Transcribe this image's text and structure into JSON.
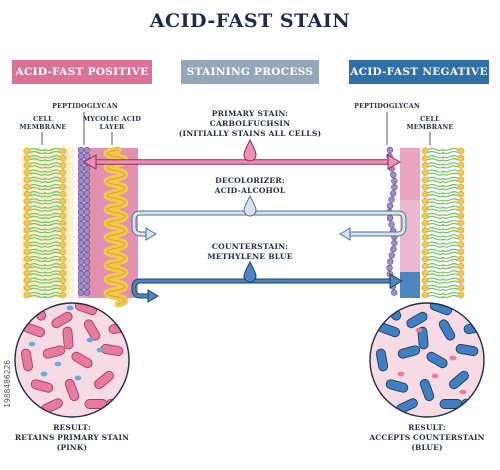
{
  "title": "ACID-FAST STAIN",
  "headers": {
    "positive": "ACID-FAST POSITIVE",
    "process": "STAINING PROCESS",
    "negative": "ACID-FAST NEGATIVE"
  },
  "left_labels": {
    "peptidoglycan": "PEPTIDOGLYCAN",
    "cell_membrane": "CELL\nMEMBRANE",
    "mycolic_acid": "MYCOLIC ACID\nLAYER"
  },
  "right_labels": {
    "peptidoglycan": "PEPTIDOGLYCAN",
    "cell_membrane": "CELL\nMEMBRANE"
  },
  "steps": {
    "primary": "PRIMARY STAIN:\nCARBOLFUCHSIN\n(INITIALLY STAINS ALL CELLS)",
    "decolorizer": "DECOLORIZER:\nACID-ALCOHOL",
    "counterstain": "COUNTERSTAIN:\nMETHYLENE BLUE"
  },
  "results": {
    "positive": "RESULT:\nRETAINS PRIMARY STAIN\n(PINK)",
    "negative": "RESULT:\nACCEPTS COUNTERSTAIN\n(BLUE)"
  },
  "watermark": "1988486226",
  "colors": {
    "pink_stain": "#e07aa0",
    "blue_stain": "#3b78b5",
    "decolorizer": "#c9dcea",
    "membrane_head": "#f2c94c",
    "membrane_tail": "#7cc36b",
    "peptidoglycan": "#9e8cc9",
    "mycolic": "#f4d35e"
  }
}
